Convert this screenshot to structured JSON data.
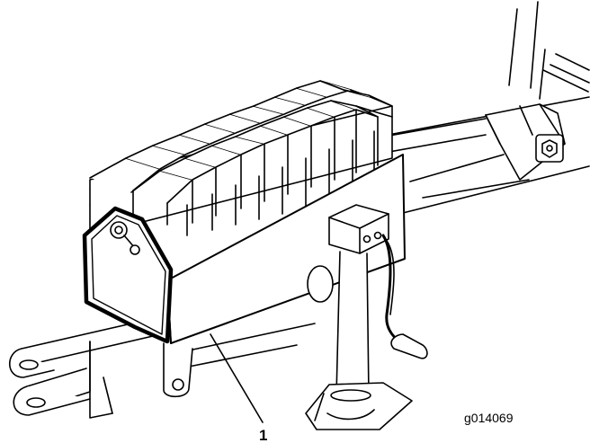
{
  "callouts": [
    {
      "id": "1",
      "label": "1"
    }
  ],
  "figure_id": "g014069",
  "colors": {
    "line": "#000000",
    "fill": "#ffffff"
  }
}
